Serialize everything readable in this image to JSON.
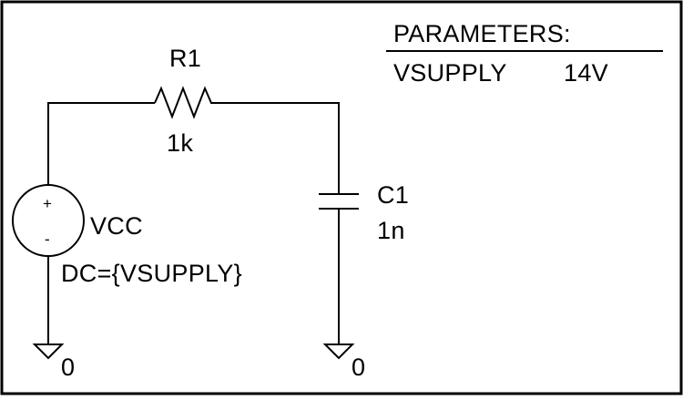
{
  "parameters": {
    "header": "PARAMETERS:",
    "name": "VSUPPLY",
    "value": "14V"
  },
  "resistor": {
    "ref": "R1",
    "value": "1k"
  },
  "capacitor": {
    "ref": "C1",
    "value": "1n"
  },
  "source": {
    "ref": "VCC",
    "value": "DC={VSUPPLY}",
    "plus": "+",
    "minus": "-"
  },
  "grounds": [
    {
      "label": "0"
    },
    {
      "label": "0"
    }
  ]
}
